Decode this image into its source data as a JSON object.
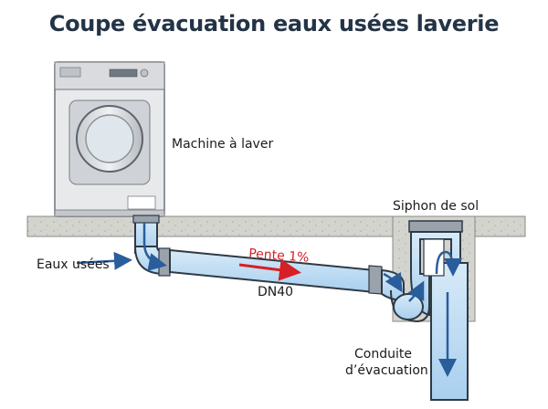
{
  "title": "Coupe évacuation eaux usées laverie",
  "labels": {
    "machine": "Machine à laver",
    "siphon": "Siphon de sol",
    "inflow": "Eaux usées",
    "slope": "Pente 1%",
    "pipe_size": "DN40",
    "drain_line1": "Conduite",
    "drain_line2": "d’évacuation"
  },
  "colors": {
    "title": "#243447",
    "water": "#bfdcf2",
    "pipe_outline": "#2f3a45",
    "slope_arrow": "#d61f26",
    "flow_arrow": "#2a5d9b",
    "concrete": "#d4d4cf"
  }
}
